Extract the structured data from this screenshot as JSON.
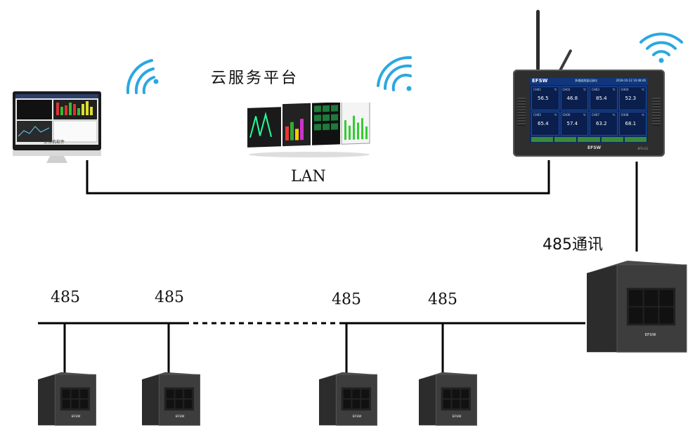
{
  "cloud": {
    "title": "云服务平台"
  },
  "network": {
    "lan_label": "LAN",
    "comm_label": "485通讯"
  },
  "bus": {
    "node_labels": [
      "485",
      "485",
      "485",
      "485"
    ]
  },
  "hmi": {
    "brand": "EFSW",
    "screen_title": "多通道测温记录仪",
    "datetime": "2018-10-12  10:48:46",
    "channels": [
      {
        "name": "CH01",
        "unit": "℃",
        "value": "56.5"
      },
      {
        "name": "CH02",
        "unit": "℃",
        "value": "46.8"
      },
      {
        "name": "CH03",
        "unit": "℃",
        "value": "85.4"
      },
      {
        "name": "CH04",
        "unit": "℃",
        "value": "52.3"
      },
      {
        "name": "CH05",
        "unit": "℃",
        "value": "65.4"
      },
      {
        "name": "CH06",
        "unit": "℃",
        "value": "57.4"
      },
      {
        "name": "CH07",
        "unit": "℃",
        "value": "63.2"
      },
      {
        "name": "CH08",
        "unit": "℃",
        "value": "68.1"
      }
    ],
    "model": "EFS-G2"
  },
  "monitor": {
    "caption": "上位机软件"
  },
  "device_brand": "EFSW",
  "colors": {
    "wifi": "#2aa8e0",
    "line": "#000000",
    "screen": "#0d2a66",
    "device": "#3c3c3c"
  }
}
